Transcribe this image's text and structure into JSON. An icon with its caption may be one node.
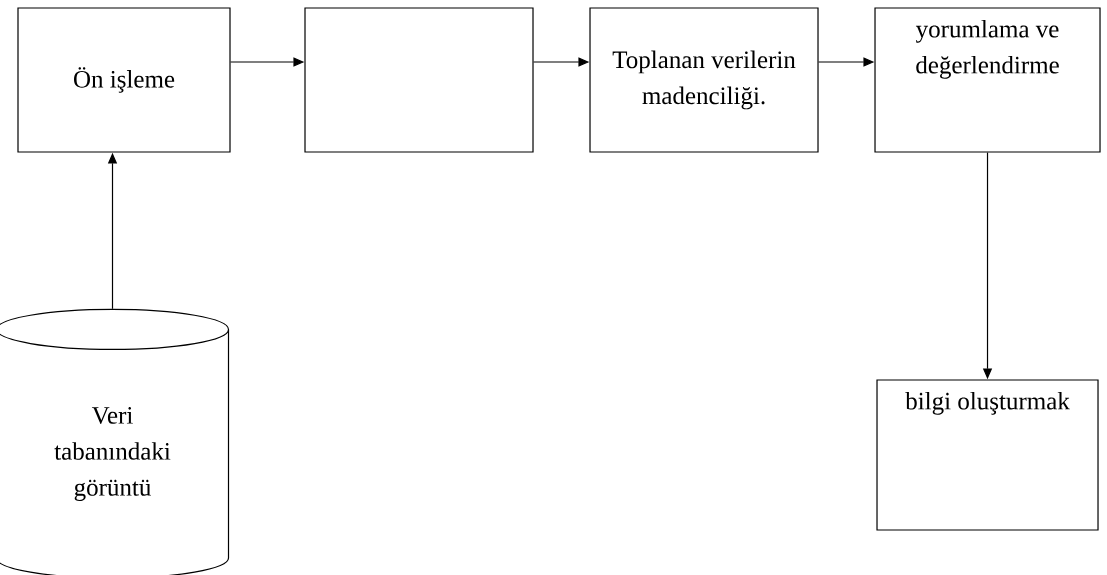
{
  "diagram": {
    "nodes": [
      {
        "text": [
          "Ön işleme"
        ]
      },
      {
        "text": [],
        "shape": "box"
      },
      {
        "text": [
          "Toplanan verilerin madenciliği."
        ]
      },
      {
        "text": [
          "yorumlama ve değerlendirme"
        ]
      },
      {
        "text": [
          "Veri tabanındaki görüntü"
        ]
      },
      {
        "text": [
          "bilgi oluşturmak"
        ]
      }
    ],
    "edges": [
      {
        "from": 0,
        "to": 1,
        "arrow": "to"
      },
      {
        "from": 1,
        "to": 2,
        "arrow": "to"
      },
      {
        "from": 2,
        "to": 3,
        "arrow": "to"
      },
      {
        "from": 3,
        "to": 5,
        "arrow": "to"
      },
      {
        "from": 4,
        "to": 0,
        "arrow": "to"
      }
    ]
  }
}
